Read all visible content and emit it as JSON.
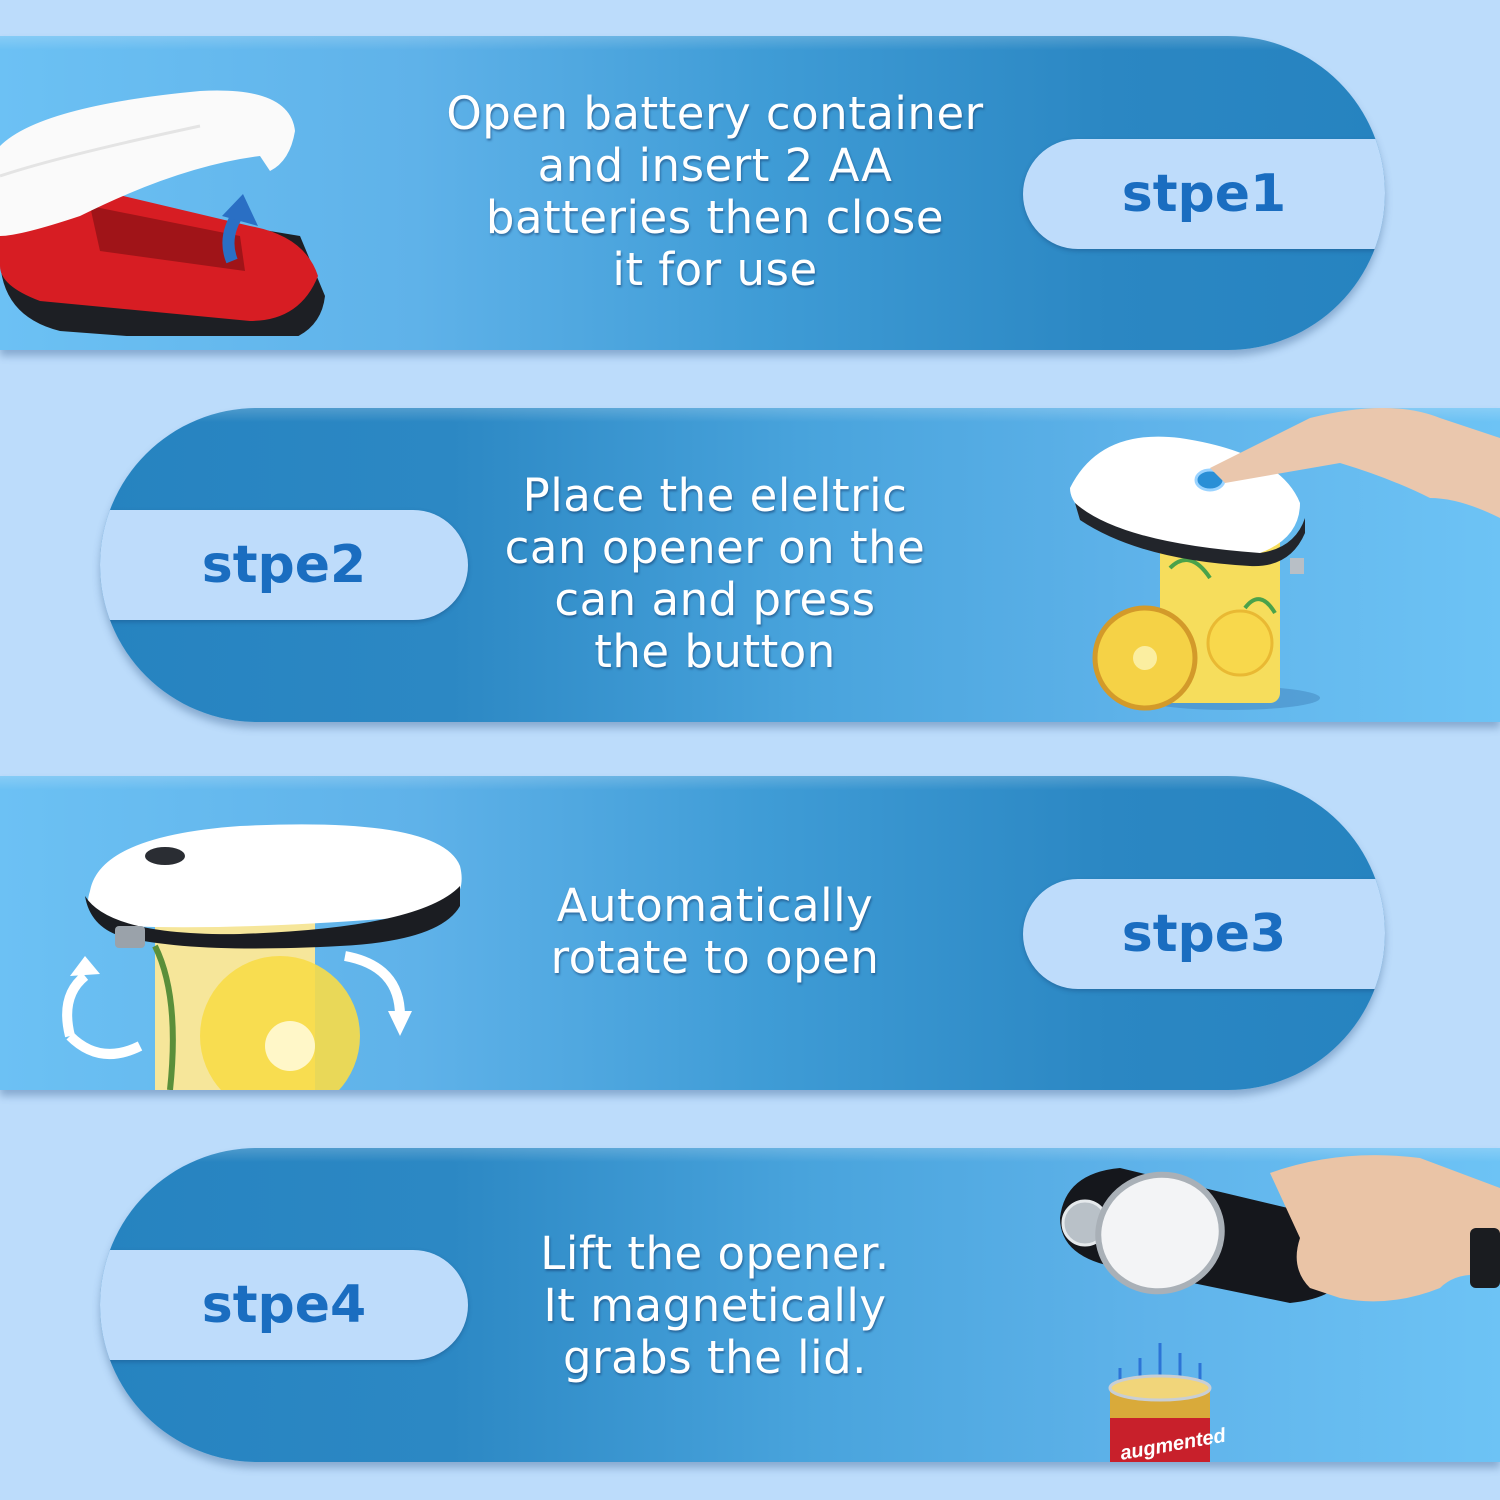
{
  "colors": {
    "page_background": "#bcdcfb",
    "band_dark": "#2683c0",
    "band_light": "#6cc1f4",
    "pill_background": "#bedcfb",
    "pill_text": "#1a6dc0",
    "instruction_text": "#ffffff"
  },
  "steps": [
    {
      "label": "stpe1",
      "text": "Open battery container\nand insert 2 AA\nbatteries then close\nit for use",
      "image": "can-opener-battery-compartment-open"
    },
    {
      "label": "stpe2",
      "text": "Place the eleltric\ncan opener on the\ncan and press\nthe button",
      "image": "finger-pressing-opener-button-on-pineapple-can"
    },
    {
      "label": "stpe3",
      "text": "Automatically\nrotate to open",
      "image": "opener-rotating-on-can-with-arrows"
    },
    {
      "label": "stpe4",
      "text": "Lift the opener.\nIt magnetically\ngrabs the lid.",
      "image": "hand-lifting-opener-with-lid-over-corn-can",
      "can_label": "augmented"
    }
  ]
}
